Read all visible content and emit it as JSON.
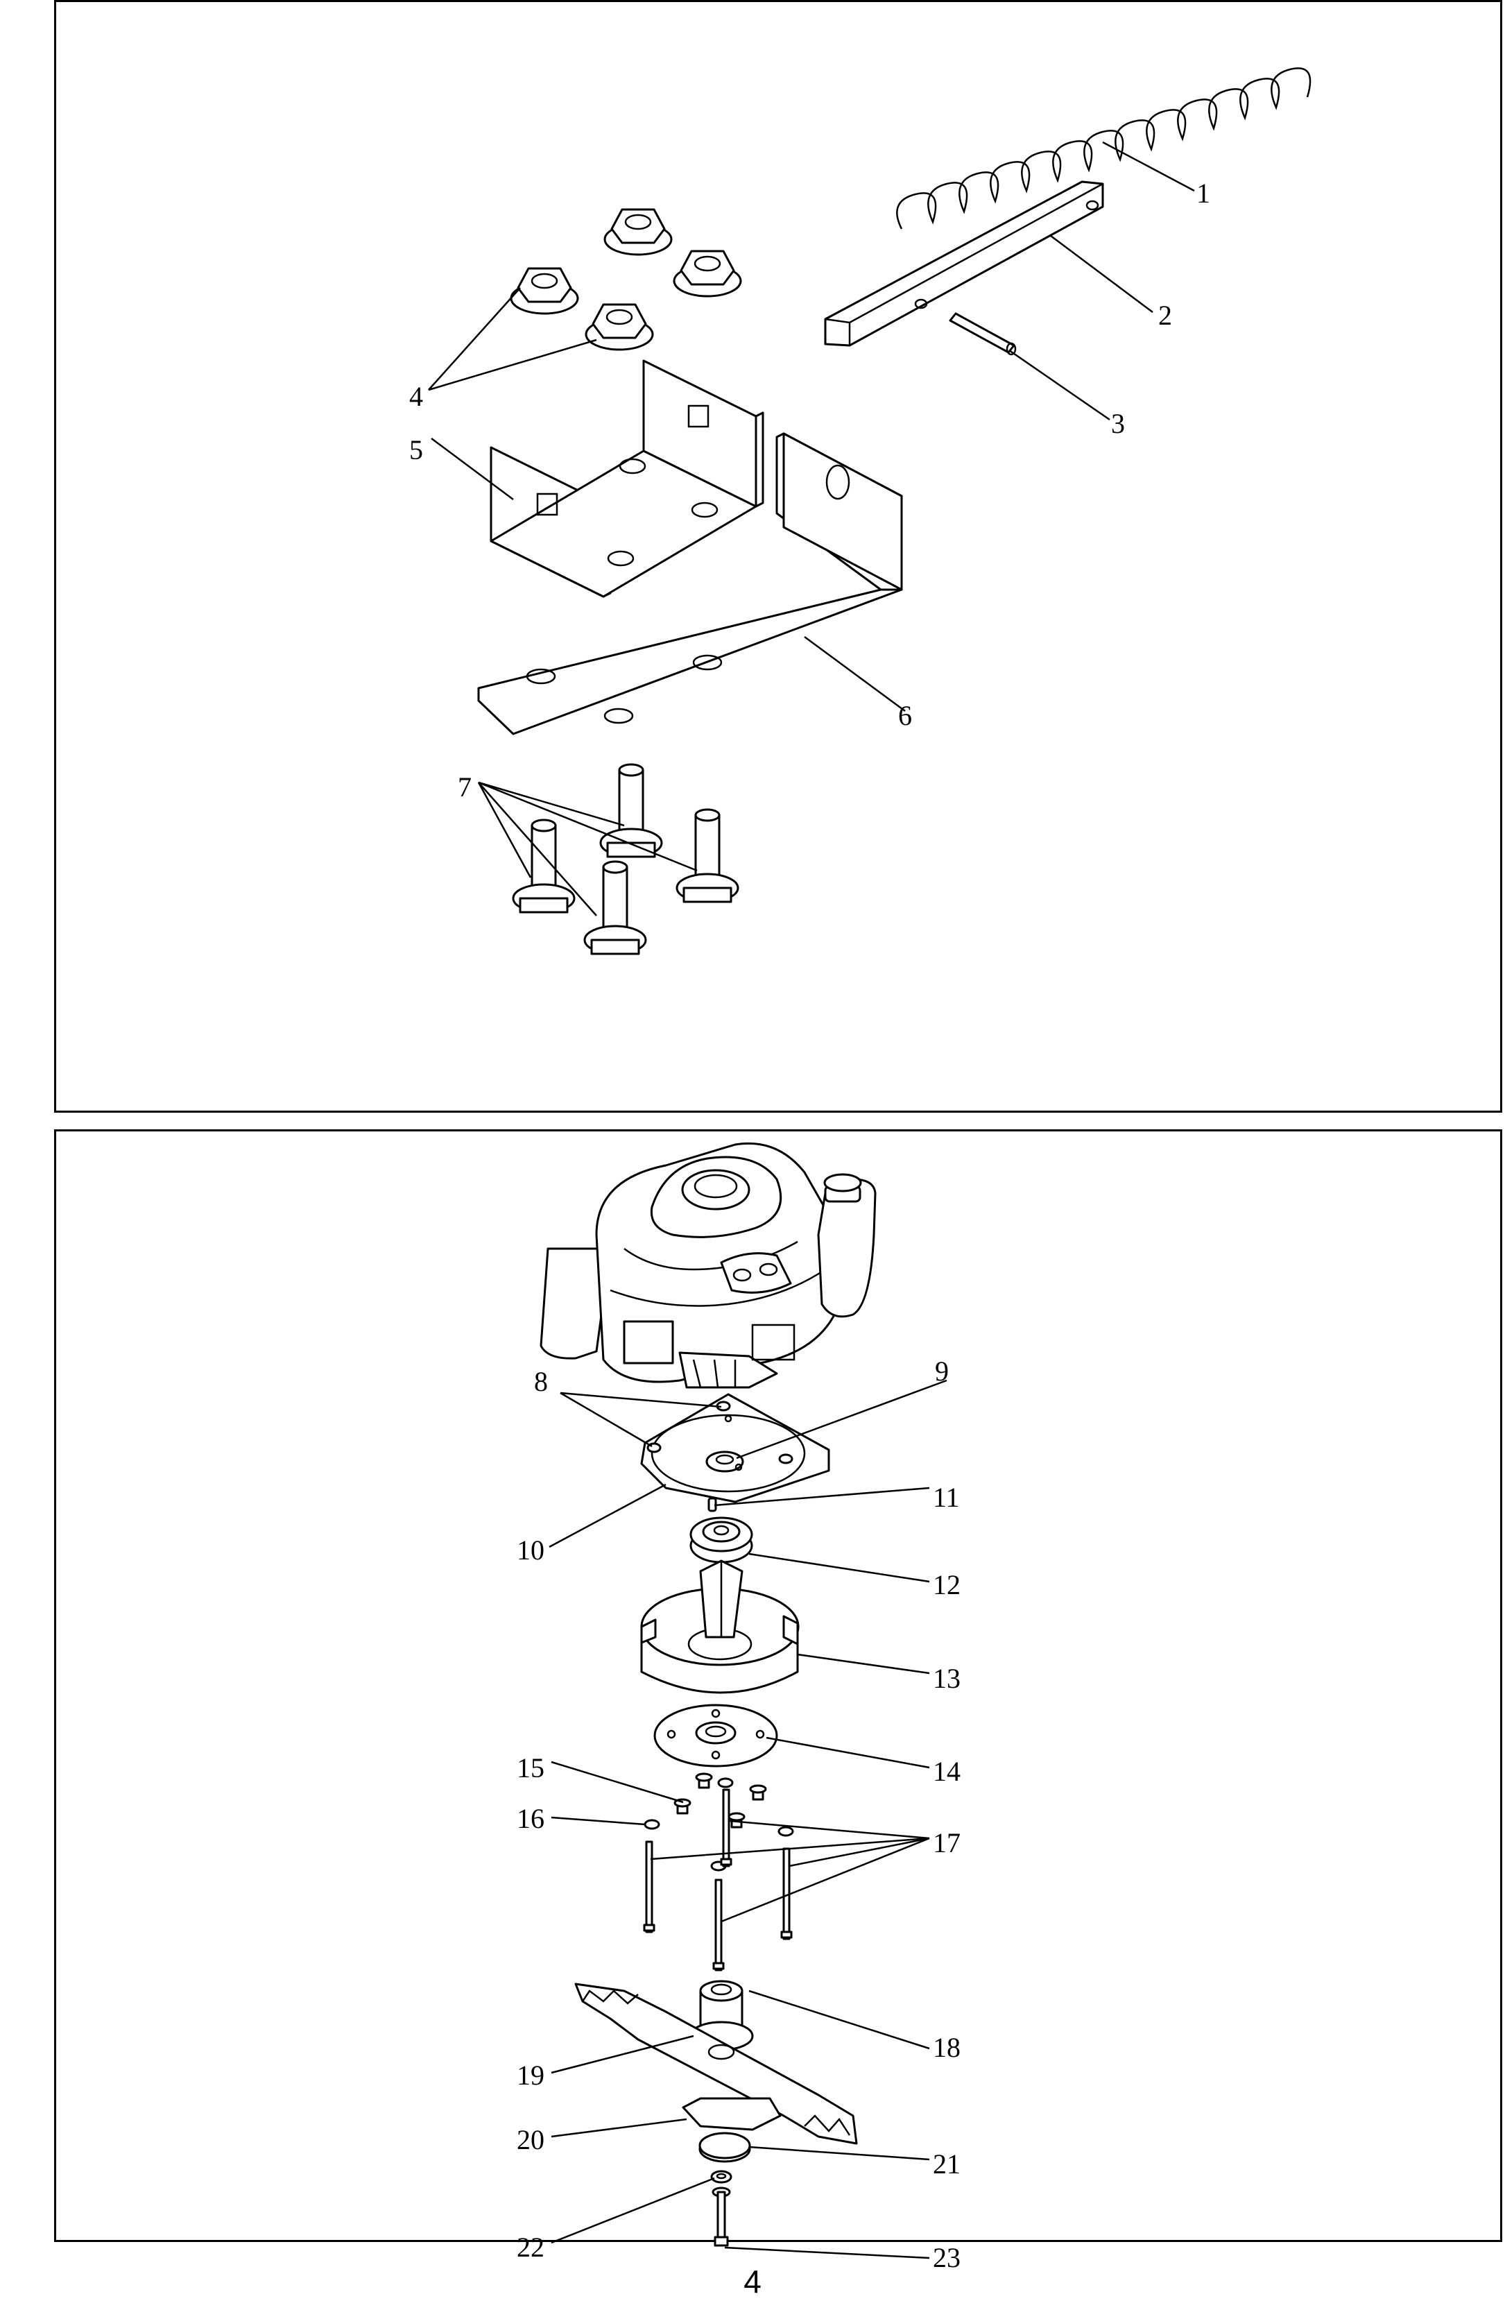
{
  "callouts": {
    "c1": "1",
    "c2": "2",
    "c3": "3",
    "c4": "4",
    "c5": "5",
    "c6": "6",
    "c7": "7",
    "c8": "8",
    "c9": "9",
    "c10": "10",
    "c11": "11",
    "c12": "12",
    "c13": "13",
    "c14": "14",
    "c15": "15",
    "c16": "16",
    "c17": "17",
    "c18": "18",
    "c19": "19",
    "c20": "20",
    "c21": "21",
    "c22": "22",
    "c23": "23"
  },
  "page_number": "4"
}
